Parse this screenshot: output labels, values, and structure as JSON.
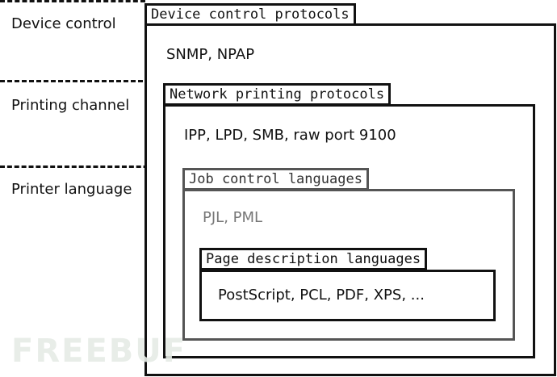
{
  "layers": {
    "device_control": "Device control",
    "printing_channel": "Printing channel",
    "printer_language": "Printer language"
  },
  "boxes": {
    "device_control_protocols": {
      "title": "Device control protocols",
      "content": "SNMP, NPAP"
    },
    "network_printing_protocols": {
      "title": "Network printing protocols",
      "content": "IPP, LPD, SMB, raw port 9100"
    },
    "job_control_languages": {
      "title": "Job control languages",
      "content": "PJL, PML"
    },
    "page_description_languages": {
      "title": "Page description languages",
      "content": "PostScript, PCL, PDF, XPS, ..."
    }
  },
  "watermark": "FREEBUF",
  "colors": {
    "line": "#111111",
    "job_control_border": "#555555",
    "job_control_text": "#777777"
  }
}
